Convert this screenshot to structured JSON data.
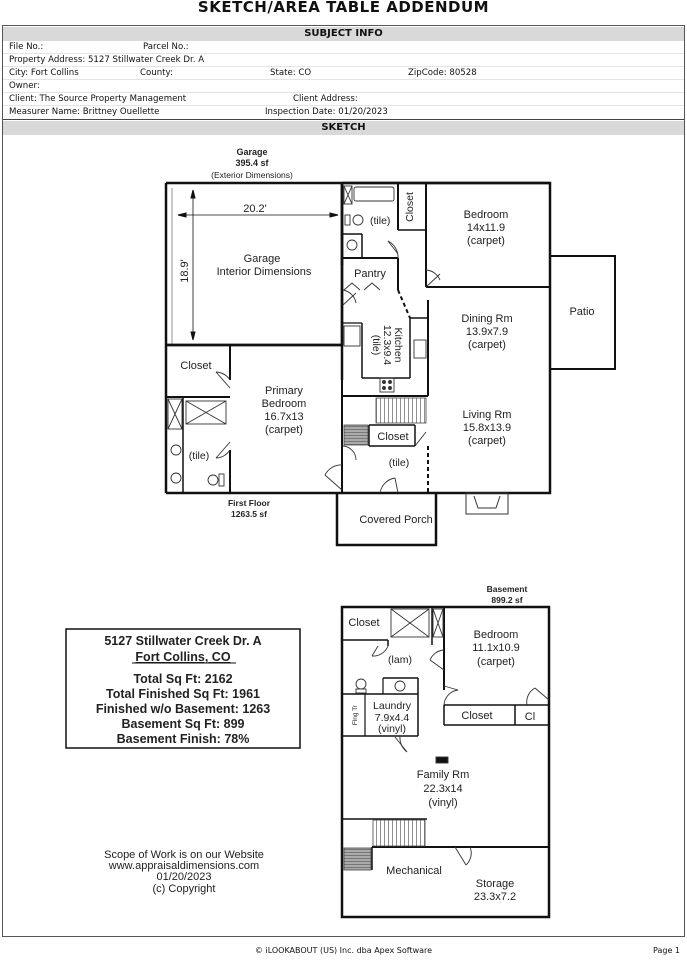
{
  "header": {
    "title": "SKETCH/AREA TABLE ADDENDUM"
  },
  "subject_info": {
    "heading": "SUBJECT INFO",
    "file_no": "File No.:",
    "parcel_no": "Parcel No.:",
    "property_address": "Property Address: 5127 Stillwater Creek Dr. A",
    "city": "City: Fort Collins",
    "county": "County:",
    "state": "State: CO",
    "zipcode": "ZipCode: 80528",
    "owner": "Owner:",
    "client": "Client: The Source Property Management",
    "client_address": "Client Address:",
    "measurer": "Measurer Name: Brittney Ouellette",
    "inspection_date": "Inspection Date: 01/20/2023"
  },
  "sketch": {
    "heading": "SKETCH",
    "garage": {
      "title": "Garage",
      "area": "395.4 sf",
      "note": "(Exterior Dimensions)",
      "width_dim": "20.2'",
      "depth_dim": "18.9'",
      "label1": "Garage",
      "label2": "Interior Dimensions"
    },
    "first_floor": {
      "title": "First Floor",
      "area": "1263.5 sf",
      "rooms": {
        "bath_upper": "(tile)",
        "closet_upper": "Closet",
        "bedroom": {
          "name": "Bedroom",
          "dims": "14x11.9",
          "floor": "(carpet)"
        },
        "pantry": "Pantry",
        "kitchen": {
          "name": "Kitchen",
          "dims": "12.3x9.4",
          "floor": "(tile)"
        },
        "dining": {
          "name": "Dining Rm",
          "dims": "13.9x7.9",
          "floor": "(carpet)"
        },
        "patio": "Patio",
        "closet_primary": "Closet",
        "primary": {
          "name1": "Primary",
          "name2": "Bedroom",
          "dims": "16.7x13",
          "floor": "(carpet)"
        },
        "bath_primary": "(tile)",
        "closet_stair": "Closet",
        "entry": "(tile)",
        "living": {
          "name": "Living Rm",
          "dims": "15.8x13.9",
          "floor": "(carpet)"
        },
        "porch": "Covered Porch"
      }
    },
    "basement": {
      "title": "Basement",
      "area": "899.2 sf",
      "rooms": {
        "closet1": "Closet",
        "bath": "(lam)",
        "bedroom": {
          "name": "Bedroom",
          "dims": "11.1x10.9",
          "floor": "(carpet)"
        },
        "fixture": "Flng Tr",
        "laundry": {
          "name": "Laundry",
          "dims": "7.9x4.4",
          "floor": "(vinyl)"
        },
        "closet2": "Closet",
        "cl": "Cl",
        "family": {
          "name": "Family Rm",
          "dims": "22.3x14",
          "floor": "(vinyl)"
        },
        "mechanical": "Mechanical",
        "storage": {
          "name": "Storage",
          "dims": "23.3x7.2"
        }
      }
    },
    "summary": {
      "address": "5127 Stillwater Creek Dr. A",
      "city": "Fort Collins, CO",
      "lines": [
        "Total Sq Ft:  2162",
        "Total Finished Sq Ft:  1961",
        "Finished w/o Basement:  1263",
        "Basement Sq Ft:  899",
        "Basement Finish:  78%"
      ]
    },
    "notes": [
      "Scope of Work is on our Website",
      "www.appraisaldimensions.com",
      "01/20/2023",
      "(c) Copyright"
    ]
  },
  "footer": {
    "copyright": "© iLOOKABOUT (US) Inc. dba Apex Software",
    "page": "Page 1"
  }
}
